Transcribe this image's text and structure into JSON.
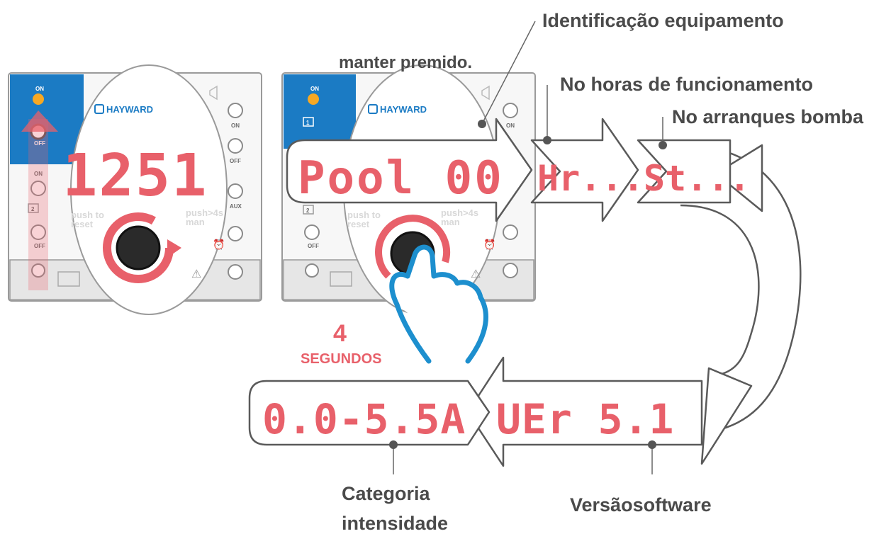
{
  "labels": {
    "hold": "manter premido.",
    "identification": "Identificação equipamento",
    "hours": "No horas de funcionamento",
    "starts": "No arranques bomba",
    "seconds_number": "4",
    "seconds_word": "SEGUNDOS",
    "category": [
      "Categoria",
      "intensidade"
    ],
    "software": "Versãosoftware"
  },
  "panel": {
    "brand": "HAYWARD",
    "on": "ON",
    "off": "OFF",
    "aux": "AUX",
    "push_reset": [
      "push to",
      "reset"
    ],
    "push_man": [
      "push>4s",
      "man"
    ],
    "pump1": "1",
    "pump2": "2",
    "display_left": "1251",
    "display_right": "Pool 00"
  },
  "readouts": {
    "hours": "Hr...",
    "starts": "St...",
    "category": "0.0-5.5A",
    "version": "UEr 5.1"
  },
  "colors": {
    "blue": "#1b7bc4",
    "red": "#e8606a",
    "orange": "#f7a823",
    "hand": "#1d8fce",
    "outline": "#5a5a5a"
  }
}
